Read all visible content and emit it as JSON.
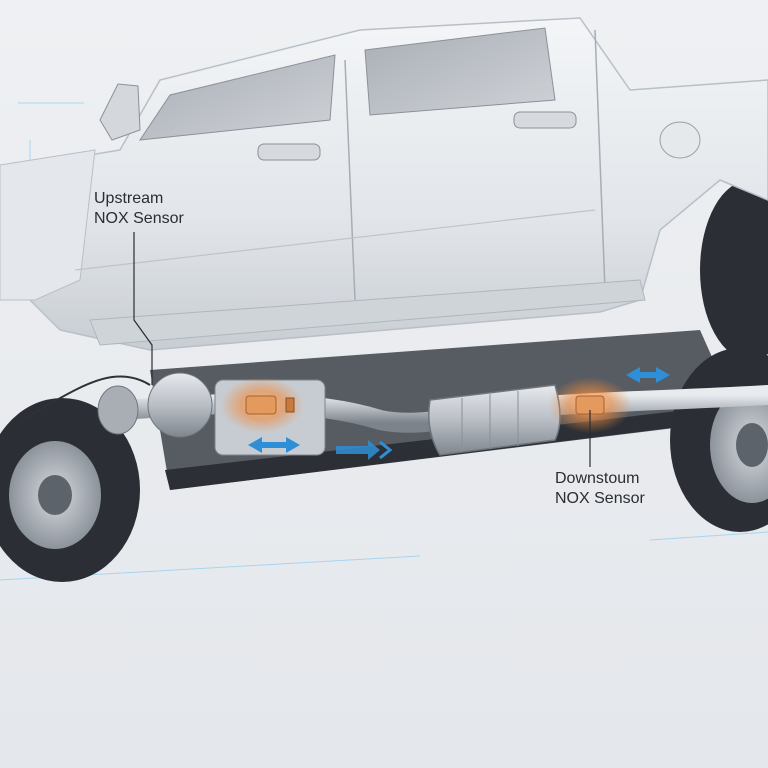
{
  "callouts": {
    "upstream": {
      "line1": "Upstream",
      "line2": "NOX Sensor"
    },
    "downstream": {
      "line1": "Downstoum",
      "line2": "NOX Sensor"
    }
  },
  "colors": {
    "body_paint": "#e6e9ed",
    "body_shade": "#c9ced4",
    "tire": "#2b2f35",
    "chassis": "#3d4249",
    "exhaust_pipe": "#b5bac1",
    "sensor_glow": "#f08a3c",
    "flow_arrow": "#2f8fd6",
    "guide_line": "#8ecdf0"
  },
  "icons": [
    "flow-arrow-icon",
    "double-arrow-icon",
    "chevron-right-icon"
  ]
}
